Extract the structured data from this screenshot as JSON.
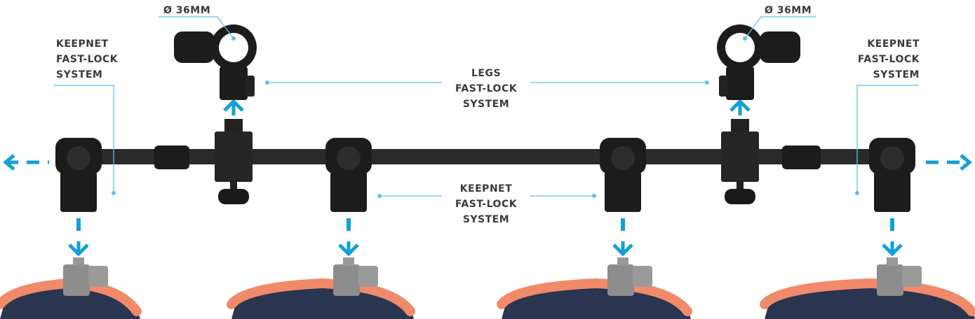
{
  "labels": {
    "diameter_left": "Ø 36MM",
    "diameter_right": "Ø 36MM",
    "keepnet_left": [
      "KEEPNET",
      "FAST-LOCK",
      "SYSTEM"
    ],
    "keepnet_right": [
      "KEEPNET",
      "FAST-LOCK",
      "SYSTEM"
    ],
    "legs_center": [
      "LEGS",
      "FAST-LOCK",
      "SYSTEM"
    ],
    "keepnet_center": [
      "KEEPNET",
      "FAST-LOCK",
      "SYSTEM"
    ]
  },
  "colors": {
    "accent": "#139fd9",
    "leader_line": "#5ec3e8",
    "clamp": "#1c1c1c",
    "frame": "#f08a6a",
    "net": "#2a3550"
  }
}
